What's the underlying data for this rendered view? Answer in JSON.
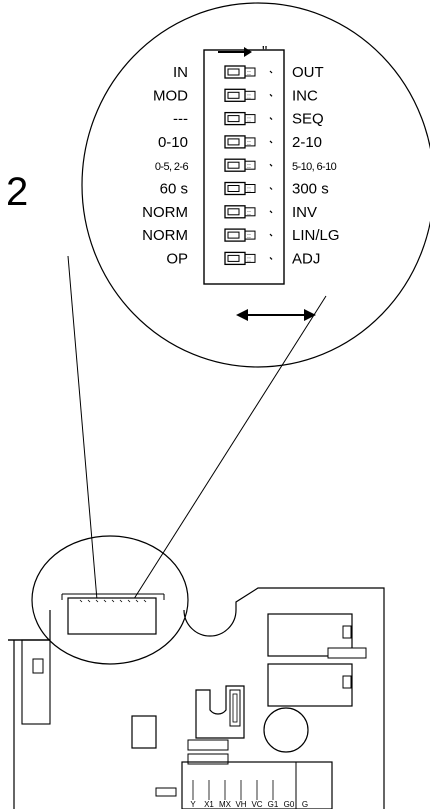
{
  "figure_number": "2",
  "dip_switch": {
    "rows": [
      {
        "left": "IN",
        "right": "OUT"
      },
      {
        "left": "MOD",
        "right": "INC"
      },
      {
        "left": "---",
        "right": "SEQ"
      },
      {
        "left": "0-10",
        "right": "2-10"
      },
      {
        "left": "0-5, 2-6",
        "right": "5-10, 6-10"
      },
      {
        "left": "60 s",
        "right": "300 s"
      },
      {
        "left": "NORM",
        "right": "INV"
      },
      {
        "left": "NORM",
        "right": "LIN/LG"
      },
      {
        "left": "OP",
        "right": "ADJ"
      }
    ],
    "header_mark": "\""
  },
  "terminals": [
    "Y",
    "X1",
    "MX",
    "VH",
    "VC",
    "G1",
    "G0",
    "G"
  ]
}
